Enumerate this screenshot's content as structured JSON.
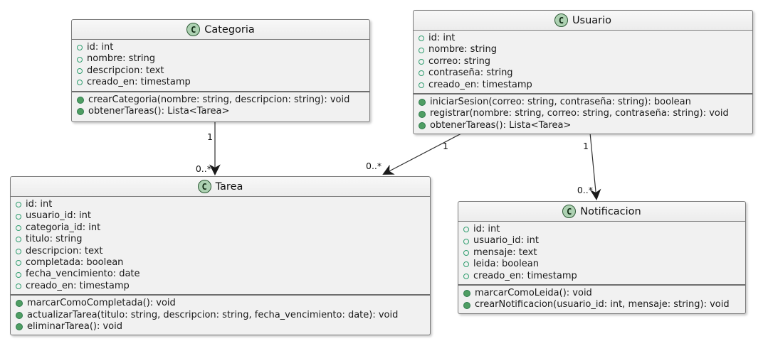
{
  "class_icon_letter": "C",
  "colors": {
    "background": "#ffffff",
    "box_fill": "#f1f1f1",
    "box_border": "#7a7a7a",
    "class_badge_fill": "#add1b2",
    "class_badge_border": "#2c5934",
    "attribute_icon_outline": "#2f9e6f",
    "method_icon_fill": "#4f9e63",
    "relationship_line": "#303030"
  },
  "classes": [
    {
      "name": "Categoria",
      "attributes": [
        "id: int",
        "nombre: string",
        "descripcion: text",
        "creado_en: timestamp"
      ],
      "methods": [
        "crearCategoria(nombre: string, descripcion: string): void",
        "obtenerTareas(): Lista<Tarea>"
      ]
    },
    {
      "name": "Usuario",
      "attributes": [
        "id: int",
        "nombre: string",
        "correo: string",
        "contraseña: string",
        "creado_en: timestamp"
      ],
      "methods": [
        "iniciarSesion(correo: string, contraseña: string): boolean",
        "registrar(nombre: string, correo: string, contraseña: string): void",
        "obtenerTareas(): Lista<Tarea>"
      ]
    },
    {
      "name": "Tarea",
      "attributes": [
        "id: int",
        "usuario_id: int",
        "categoria_id: int",
        "titulo: string",
        "descripcion: text",
        "completada: boolean",
        "fecha_vencimiento: date",
        "creado_en: timestamp"
      ],
      "methods": [
        "marcarComoCompletada(): void",
        "actualizarTarea(titulo: string, descripcion: string, fecha_vencimiento: date): void",
        "eliminarTarea(): void"
      ]
    },
    {
      "name": "Notificacion",
      "attributes": [
        "id: int",
        "usuario_id: int",
        "mensaje: text",
        "leida: boolean",
        "creado_en: timestamp"
      ],
      "methods": [
        "marcarComoLeida(): void",
        "crearNotificacion(usuario_id: int, mensaje: string): void"
      ]
    }
  ],
  "relationships": [
    {
      "from": "Categoria",
      "to": "Tarea",
      "source_multiplicity": "1",
      "target_multiplicity": "0..*"
    },
    {
      "from": "Usuario",
      "to": "Tarea",
      "source_multiplicity": "1",
      "target_multiplicity": "0..*"
    },
    {
      "from": "Usuario",
      "to": "Notificacion",
      "source_multiplicity": "1",
      "target_multiplicity": "0..*"
    }
  ]
}
